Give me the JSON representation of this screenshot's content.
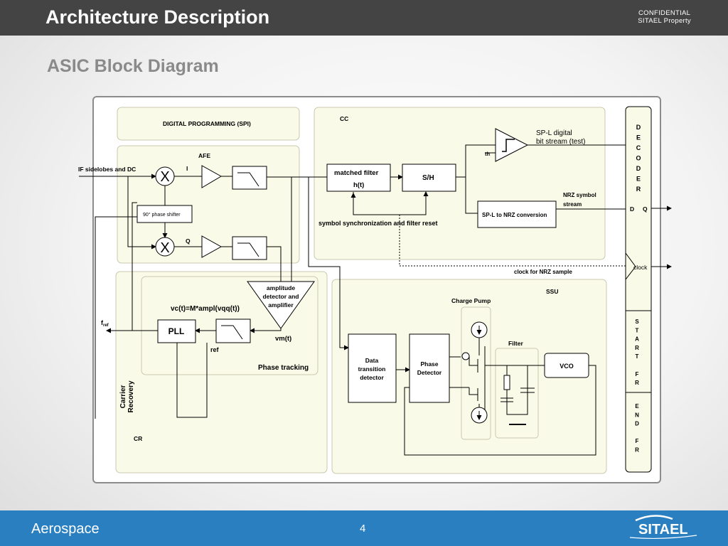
{
  "header": {
    "title": "Architecture Description",
    "confidential_line1": "CONFIDENTIAL",
    "confidential_line2": "SITAEL Property"
  },
  "subtitle": "ASIC Block Diagram",
  "footer": {
    "left": "Aerospace",
    "page": "4",
    "logo_text": "SITAEL"
  },
  "diagram": {
    "spi": "DIGITAL PROGRAMMING (SPI)",
    "afe": "AFE",
    "cc": "CC",
    "if_input": "IF sidelobes and DC",
    "i_label": "I",
    "q_label": "Q",
    "mixer_symbol": "X",
    "phase_shifter": "90° phase shifter",
    "matched_filter_1": "matched  filter",
    "matched_filter_2": "h(t)",
    "sh": "S/H",
    "th": "th",
    "spl_1": "SP-L digital",
    "spl_2": "bit stream (test)",
    "nrz_1": "NRZ symbol",
    "nrz_2": "stream",
    "spl_nrz": "SP-L to NRZ conversion",
    "symsync": "symbol synchronization and  filter reset",
    "clock_nrz": "clock for NRZ sample",
    "decoder": [
      "D",
      "E",
      "C",
      "O",
      "D",
      "E",
      "R"
    ],
    "d_pin": "D",
    "q_pin": "Q",
    "clock_pin": "clock",
    "start_fr": [
      "S",
      "T",
      "A",
      "R",
      "T",
      "",
      "F",
      "R"
    ],
    "end_fr": [
      "E",
      "N",
      "D",
      "",
      "F",
      "R"
    ],
    "amp_1": "amplitude",
    "amp_2": "detector and",
    "amp_3": "amplifier",
    "vc_eq": "vc(t)=M*ampl(vqq(t))",
    "fref_main": "f",
    "fref_sub": "ref",
    "pll": "PLL",
    "ref": "ref",
    "vm": "vm(t)",
    "phase_tracking": "Phase tracking",
    "carrier_1": "Carrier",
    "carrier_2": "Recovery",
    "cr": "CR",
    "ssu": "SSU",
    "charge_pump": "Charge Pump",
    "filter": "Filter",
    "vco": "VCO",
    "dtd_1": "Data",
    "dtd_2": "transition",
    "dtd_3": "detector",
    "pd_1": "Phase",
    "pd_2": "Detector"
  }
}
